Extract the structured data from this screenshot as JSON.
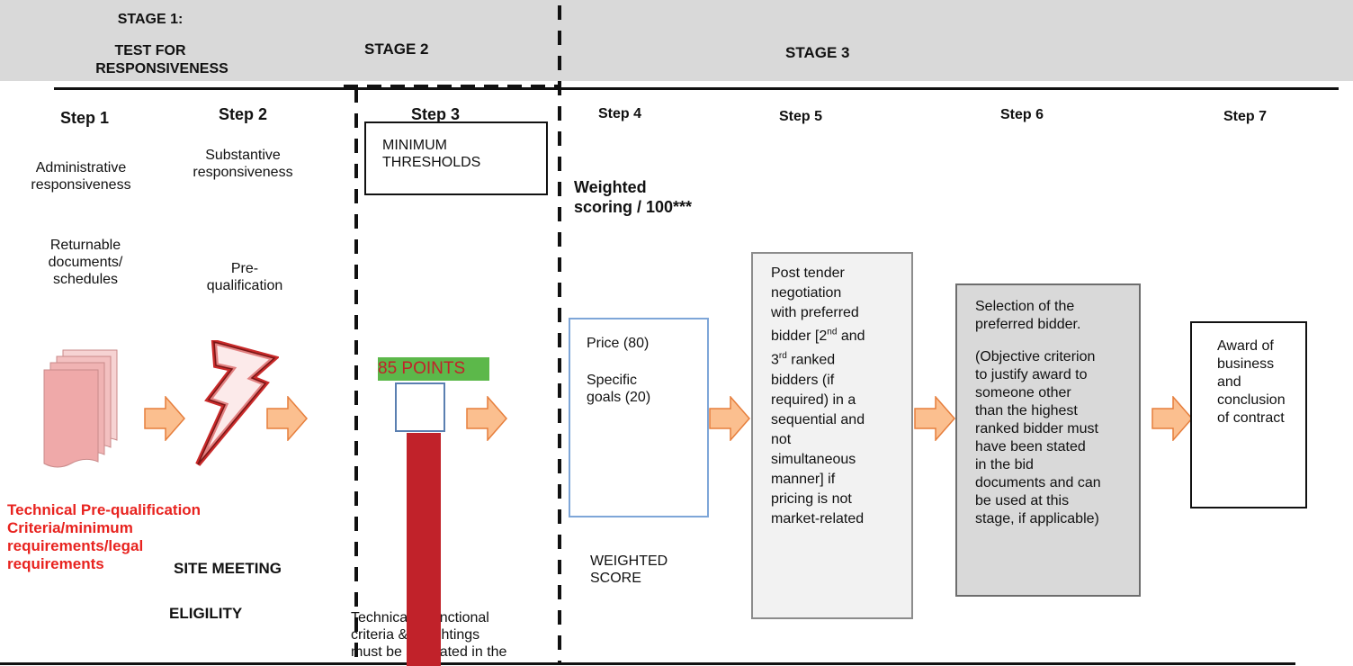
{
  "header": {
    "stage1_line1": "STAGE 1:",
    "stage1_line2": "TEST FOR",
    "stage1_line3": "RESPONSIVENESS",
    "stage2": "STAGE 2",
    "stage3": "STAGE 3"
  },
  "steps": {
    "step1": "Step 1",
    "step2": "Step 2",
    "step3": "Step 3",
    "step4": "Step 4",
    "step5": "Step 5",
    "step6": "Step 6",
    "step7": "Step 7"
  },
  "step1": {
    "desc_line1": "Administrative",
    "desc_line2": "responsiveness",
    "sub_line1": "Returnable",
    "sub_line2": "documents/",
    "sub_line3": "schedules",
    "icon": "documents-stack-icon"
  },
  "step2": {
    "desc_line1": "Substantive",
    "desc_line2": "responsiveness",
    "sub_line1": "Pre-",
    "sub_line2": "qualification",
    "icon": "lightning-bolt-icon"
  },
  "technical": {
    "line1": "Technical Pre-qualification",
    "line2": "Criteria/minimum",
    "line3": "requirements/legal",
    "line4": "requirements",
    "color": "#e8231f"
  },
  "site_meeting": "SITE MEETING",
  "eligility": "ELIGILITY",
  "step3": {
    "thresholds_line1": "MINIMUM",
    "thresholds_line2": "THRESHOLDS",
    "points": "85 POINTS",
    "points_bg": "#5cb84a",
    "bar_color": "#c1222a",
    "functional_line1": "Technical / Functional",
    "functional_line2": "criteria & weightings",
    "functional_line3": "must be stipulated in the"
  },
  "step4": {
    "weighted_line1": "Weighted",
    "weighted_line2": "scoring / 100***",
    "price": "Price (80)",
    "goals_line1": "Specific",
    "goals_line2": "goals  (20)",
    "score_line1": "WEIGHTED",
    "score_line2": "SCORE",
    "box_border": "#7ea6d8"
  },
  "step5": {
    "lines": [
      "Post tender",
      "negotiation",
      "with preferred",
      "bidder [2nd and",
      "3rd ranked",
      "bidders (if",
      "required) in a",
      "sequential and",
      "not",
      "simultaneous",
      "manner] if",
      "pricing is not",
      "market-related"
    ],
    "box_bg": "#f2f2f2"
  },
  "step6": {
    "line1": "Selection of the",
    "line2": "preferred bidder.",
    "lines": [
      "(Objective criterion",
      "to justify award to",
      "someone        other",
      "than the highest",
      "ranked bidder must",
      "have been stated",
      "in        the        bid",
      "documents and can",
      "be used at this",
      "stage, if applicable)"
    ],
    "box_bg": "#d9d9d9"
  },
  "step7": {
    "lines": [
      "Award of",
      "business",
      "and",
      "conclusion",
      "of contract"
    ]
  },
  "colors": {
    "arrow_fill": "#fbbf8f",
    "arrow_stroke": "#e67e3c",
    "doc_fill": "#f3c0c0",
    "bolt_stroke": "#c92a2a"
  }
}
